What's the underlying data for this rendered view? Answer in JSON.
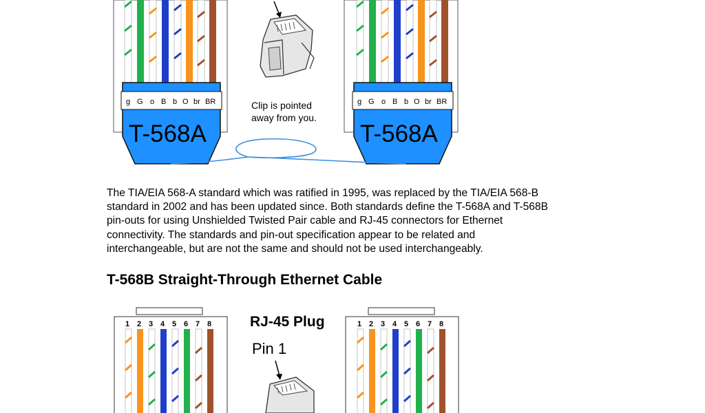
{
  "top_figure": {
    "left_connector_label": "T-568A",
    "right_connector_label": "T-568A",
    "pin_strip": [
      "g",
      "G",
      "o",
      "B",
      "b",
      "O",
      "br",
      "BR"
    ],
    "clip_note_line1": "Clip is pointed",
    "clip_note_line2": "away from you."
  },
  "paragraph": {
    "lines": [
      "The TIA/EIA 568-A standard which was ratified in 1995, was replaced by the TIA/EIA 568-B",
      "standard in 2002 and has been updated since. Both standards define the T-568A and T-568B",
      "pin-outs for using Unshielded Twisted Pair cable and RJ-45 connectors for Ethernet",
      "connectivity. The standards and pin-out specification appear to be related and",
      "interchangeable, but are not the same and should not be used interchangeably."
    ]
  },
  "section_heading": "T-568B Straight-Through Ethernet Cable",
  "bottom_figure": {
    "plug_title": "RJ-45 Plug",
    "pin_label": "Pin 1",
    "pin_numbers": [
      "1",
      "2",
      "3",
      "4",
      "5",
      "6",
      "7",
      "8"
    ]
  },
  "colors": {
    "connector_blue": "#1e90ff",
    "cable_blue": "#3b8fe0",
    "wire_green": "#22b14c",
    "wire_orange": "#f7941d",
    "wire_blue": "#1f3fc9",
    "wire_brown": "#a0522d"
  }
}
